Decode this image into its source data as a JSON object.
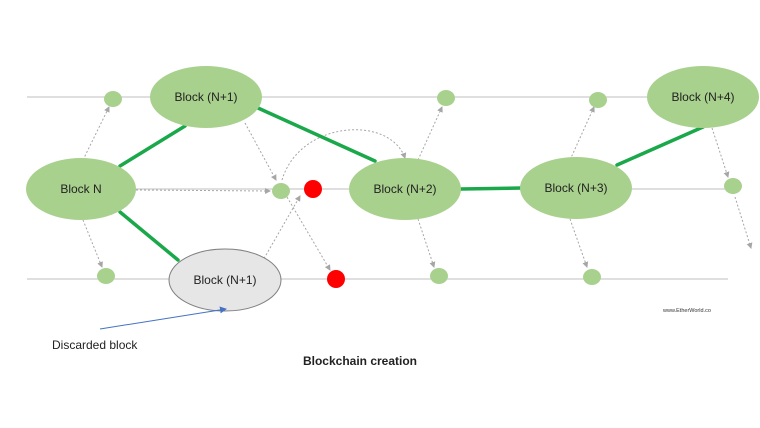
{
  "diagram": {
    "title": "Blockchain creation",
    "discarded_caption": "Discarded block",
    "watermark": "www.EtherWorld.co",
    "blocks": {
      "block_n": "Block N",
      "block_n1_top": "Block (N+1)",
      "block_n1_discarded": "Block (N+1)",
      "block_n2": "Block (N+2)",
      "block_n3": "Block (N+3)",
      "block_n4": "Block (N+4)"
    },
    "colors": {
      "block_fill": "#a9d18e",
      "discarded_fill": "#e7e6e6",
      "chain_link": "#1aa84a",
      "node_dot": "#a9d18e",
      "orphan_dot": "#ff0000",
      "lane_line": "#bfbfbf",
      "caption_arrow": "#4472c4"
    }
  }
}
